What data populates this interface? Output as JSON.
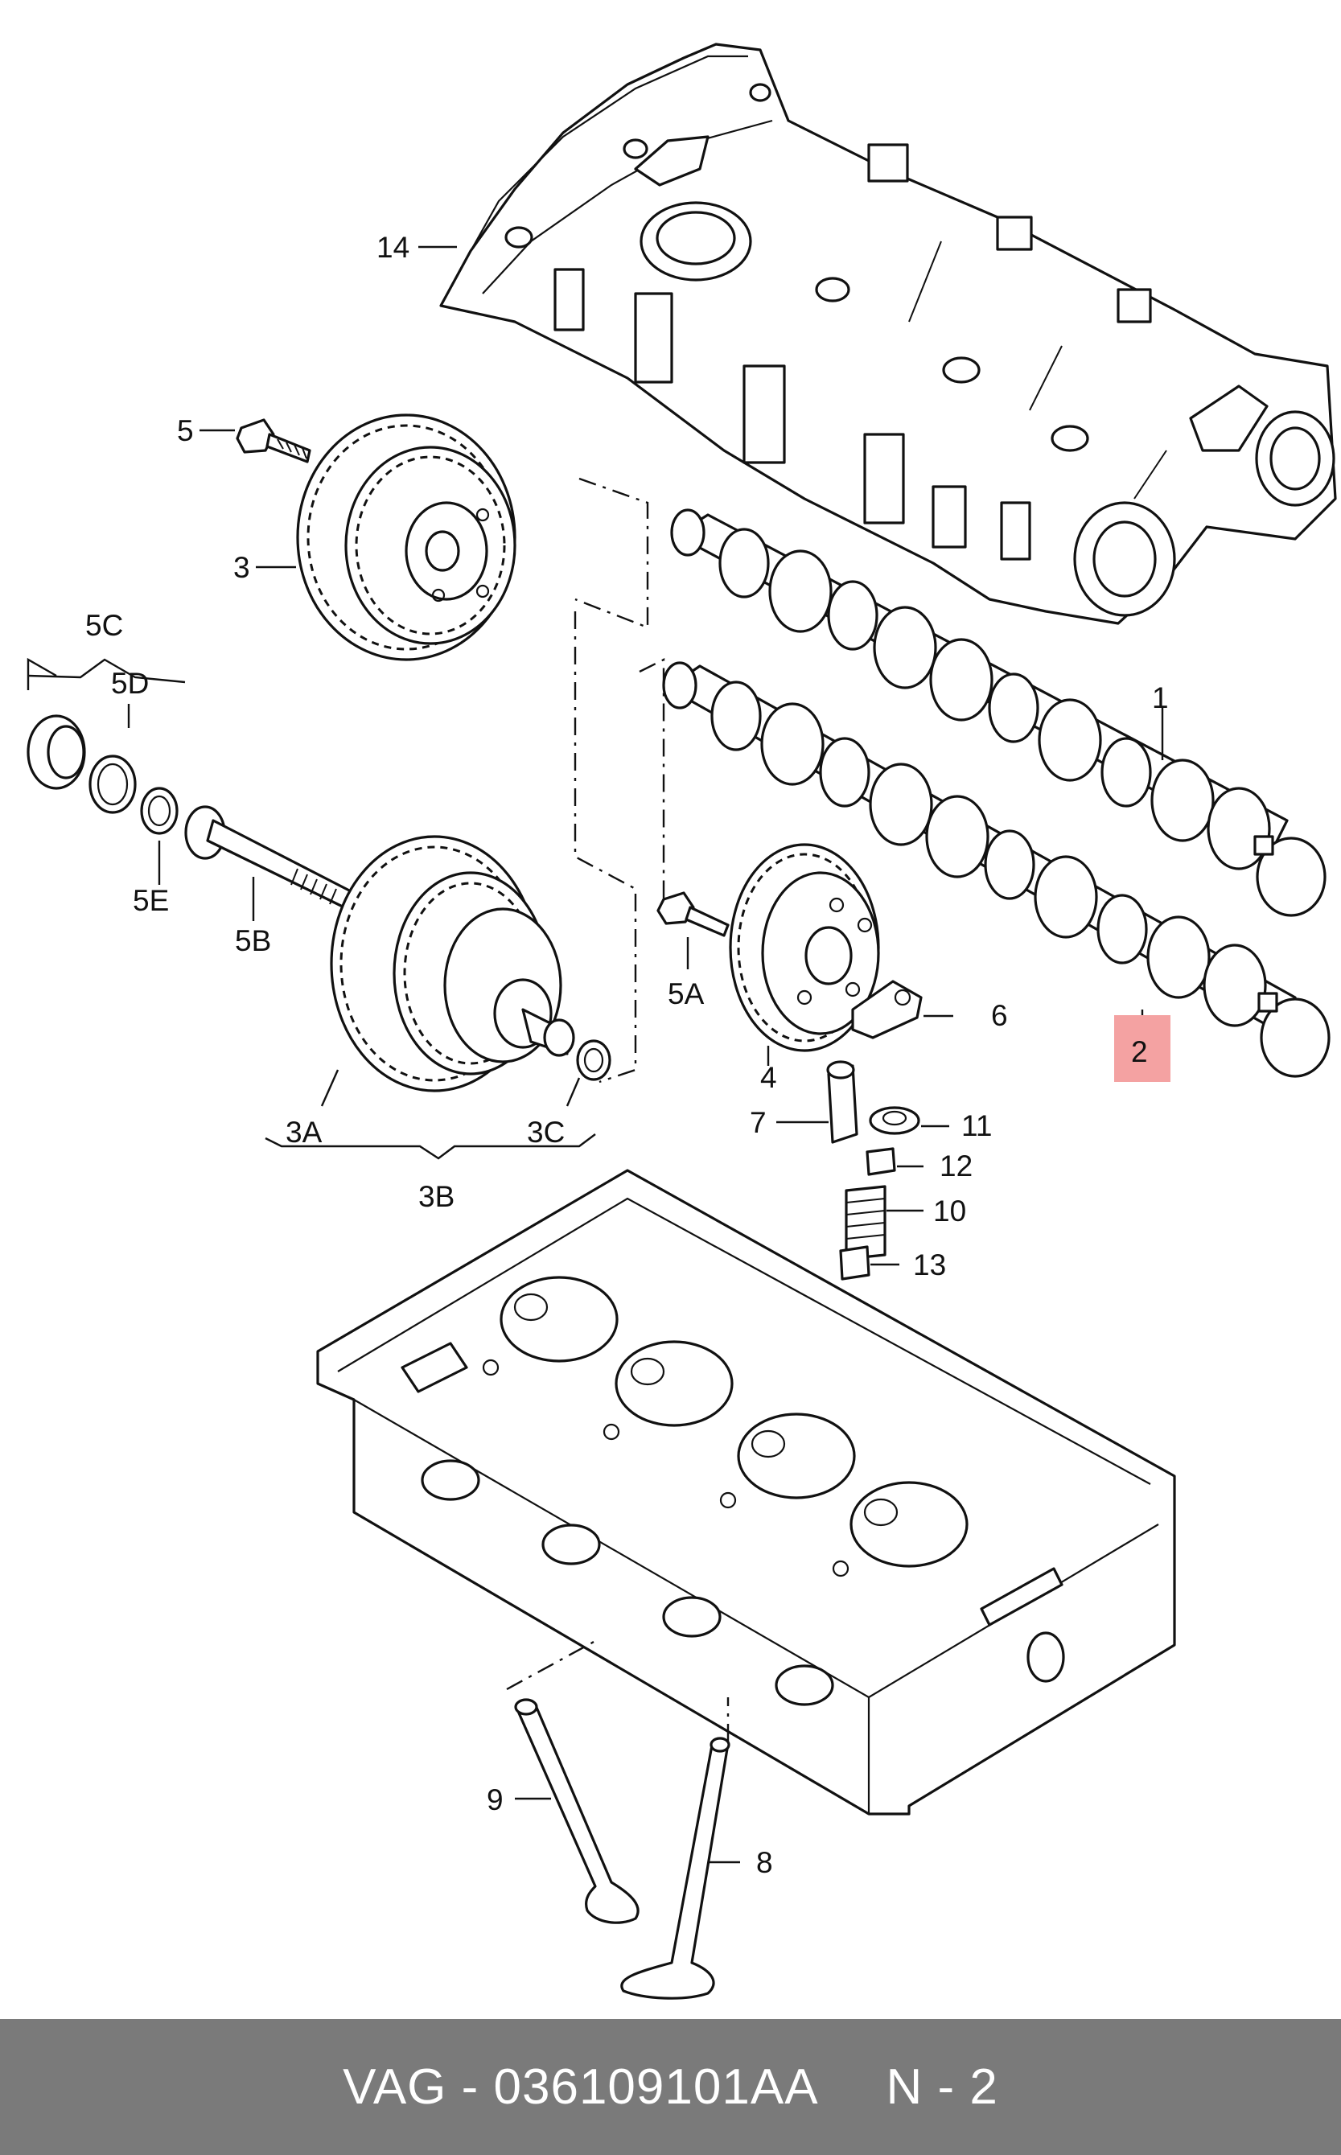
{
  "diagram": {
    "callouts": {
      "c14": "14",
      "c5": "5",
      "c3": "3",
      "c5c": "5C",
      "c5d": "5D",
      "c5e": "5E",
      "c5b": "5B",
      "c3a": "3A",
      "c3c": "3C",
      "c3b": "3B",
      "c5a": "5A",
      "c4": "4",
      "c1": "1",
      "c2": "2",
      "c6": "6",
      "c7": "7",
      "c11": "11",
      "c12": "12",
      "c10": "10",
      "c13": "13",
      "c9": "9",
      "c8": "8"
    },
    "highlight_color": "#f4a2a2"
  },
  "footer": {
    "part_reference": "VAG - 036109101AA",
    "diagram_position": "N - 2",
    "background": "#7a7a7a"
  }
}
